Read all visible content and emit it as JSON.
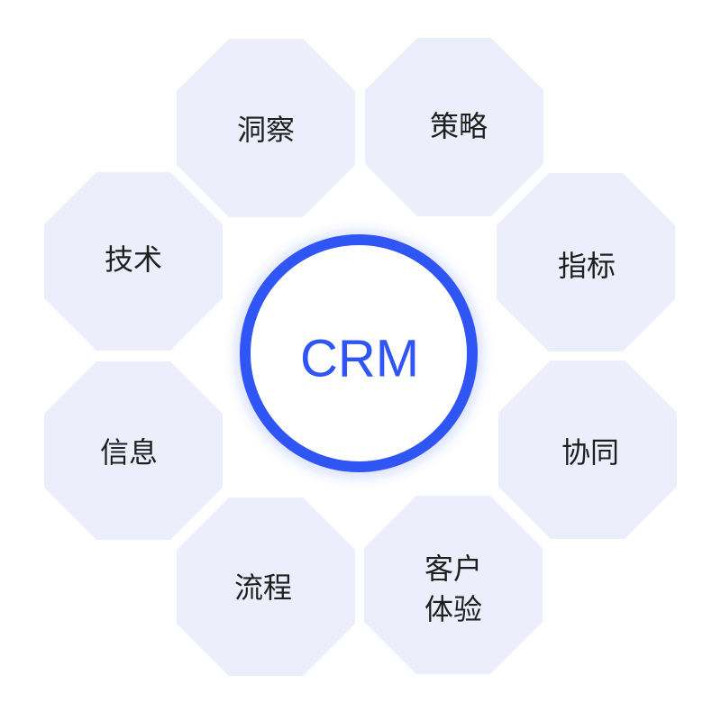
{
  "center": {
    "label": "CRM"
  },
  "nodes": [
    {
      "lines": [
        "洞察"
      ]
    },
    {
      "lines": [
        "策略"
      ]
    },
    {
      "lines": [
        "指标"
      ]
    },
    {
      "lines": [
        "协同"
      ]
    },
    {
      "lines": [
        "客户",
        "体验"
      ]
    },
    {
      "lines": [
        "流程"
      ]
    },
    {
      "lines": [
        "信息"
      ]
    },
    {
      "lines": [
        "技术"
      ]
    }
  ],
  "colors": {
    "octagon_fill": "#eceefb",
    "ring": "#2f55f4",
    "label": "#1f1f1f"
  }
}
